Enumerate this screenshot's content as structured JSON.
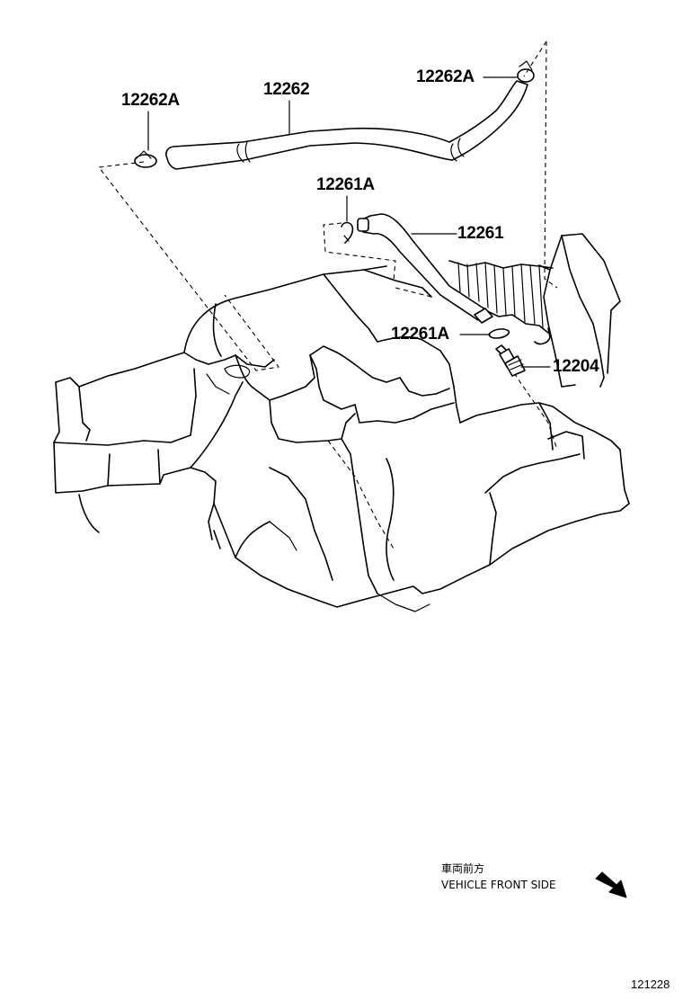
{
  "parts": [
    {
      "id": "clamp-left",
      "number": "12262A"
    },
    {
      "id": "hose-upper",
      "number": "12262"
    },
    {
      "id": "clamp-right",
      "number": "12262A"
    },
    {
      "id": "clamp-upper",
      "number": "12261A"
    },
    {
      "id": "hose-lower",
      "number": "12261"
    },
    {
      "id": "clamp-lower",
      "number": "12261A"
    },
    {
      "id": "pcv-valve",
      "number": "12204"
    }
  ],
  "direction_note": {
    "japanese": "車両前方",
    "english": "VEHICLE FRONT SIDE"
  },
  "diagram_code": "121228"
}
